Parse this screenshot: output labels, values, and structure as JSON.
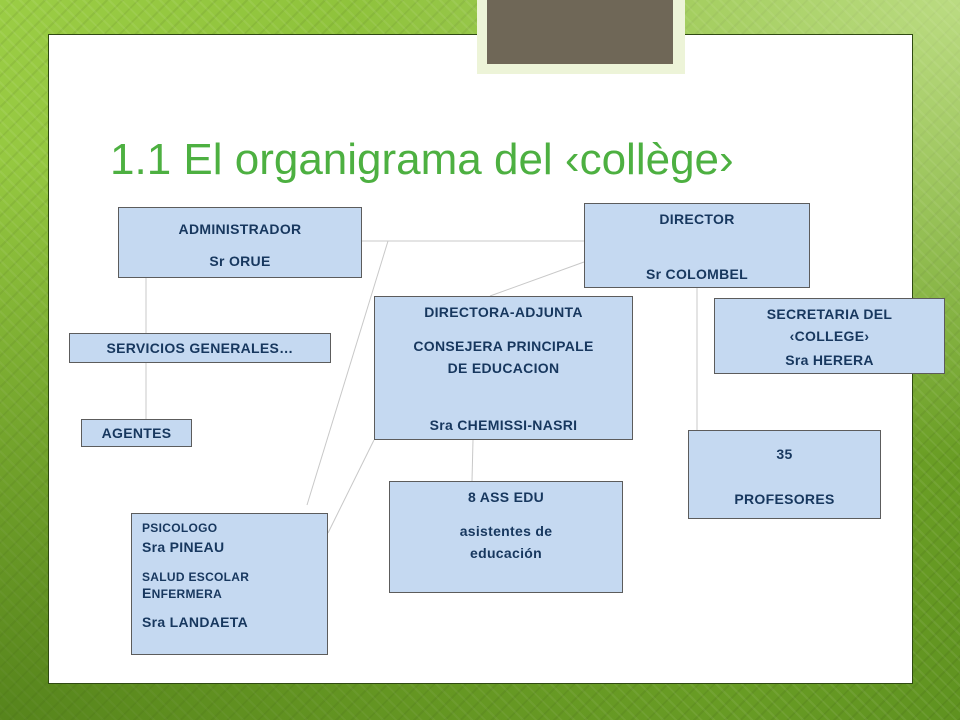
{
  "slide": {
    "title": "1.1 El organigrama del ‹collège›",
    "title_color": "#4db041",
    "box_fill": "#c5d9f1",
    "box_text_color": "#17375e"
  },
  "org": {
    "administrador": {
      "role": "ADMINISTRADOR",
      "name": "Sr ORUE"
    },
    "director": {
      "role": "DIRECTOR",
      "name": "Sr COLOMBEL"
    },
    "directora": {
      "role": "DIRECTORA-ADJUNTA",
      "role2_line1": "CONSEJERA PRINCIPALE",
      "role2_line2": "DE EDUCACION",
      "name": "Sra CHEMISSI-NASRI"
    },
    "secretaria": {
      "role_line1": "SECRETARIA DEL",
      "role_line2": "‹COLLEGE›",
      "name": "Sra  HERERA"
    },
    "servicios": {
      "label": "SERVICIOS GENERALES…"
    },
    "agentes": {
      "label": "AGENTES"
    },
    "profesores": {
      "count": "35",
      "label": "PROFESORES"
    },
    "asistentes": {
      "count_label": "8 ASS  EDU",
      "line1": "asistentes de",
      "line2": "educación"
    },
    "salud": {
      "psicologo_role": "PSICOLOGO",
      "psicologo_name": "Sra PINEAU",
      "salud_role": "SALUD ESCOLAR",
      "enfermera_first": "E",
      "enfermera_rest": "NFERMERA",
      "enfermera_name": "Sra LANDAETA"
    }
  }
}
